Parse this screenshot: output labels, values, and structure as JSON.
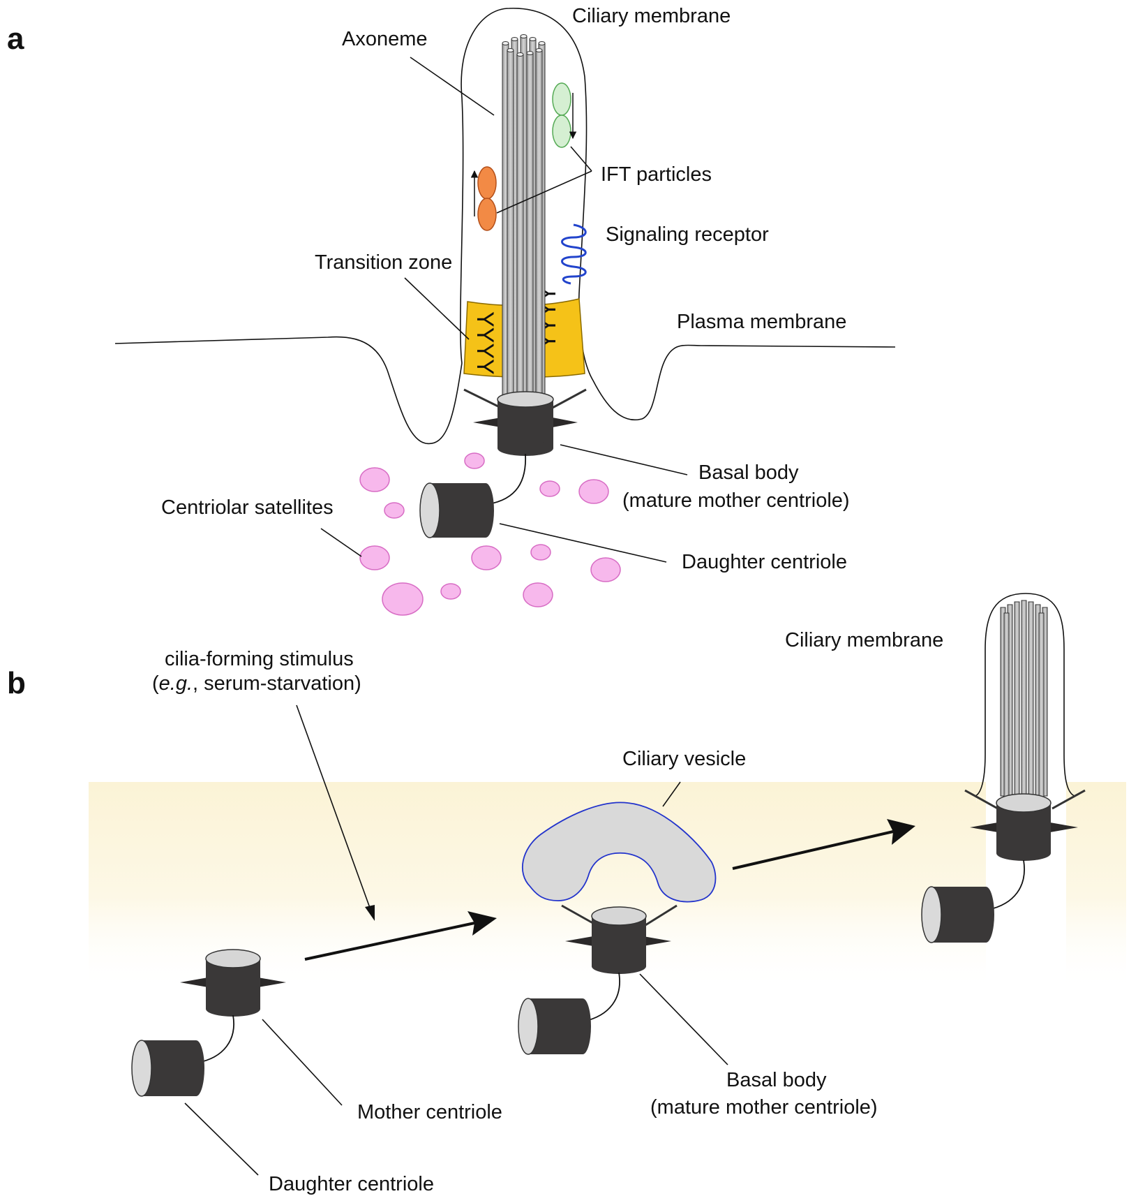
{
  "panels": {
    "a": "a",
    "b": "b"
  },
  "a": {
    "ciliary_membrane": "Ciliary membrane",
    "axoneme": "Axoneme",
    "ift_particles": "IFT particles",
    "signaling_receptor": "Signaling receptor",
    "transition_zone": "Transition zone",
    "plasma_membrane": "Plasma membrane",
    "basal_body_line1": "Basal body",
    "basal_body_line2": "(mature mother centriole)",
    "centriolar_satellites": "Centriolar satellites",
    "daughter_centriole": "Daughter centriole",
    "transition_fiber_glyph": "Y"
  },
  "b": {
    "stimulus_line1": "cilia-forming stimulus",
    "stimulus_line2_italic": "e.g.",
    "stimulus_line2_rest": ", serum-starvation)",
    "stimulus_line2_open": "(",
    "ciliary_vesicle": "Ciliary vesicle",
    "ciliary_membrane": "Ciliary membrane",
    "mother_centriole": "Mother centriole",
    "daughter_centriole": "Daughter centriole",
    "basal_body_line1": "Basal body",
    "basal_body_line2": "(mature mother centriole)"
  },
  "colors": {
    "centriole_body": "#3a3838",
    "centriole_end": "#dadada",
    "satellite": "#f7b8ec",
    "satellite_stroke": "#d76cc4",
    "ift_anterograde": "#f28a45",
    "ift_retrograde": "#cfeccf",
    "receptor": "#2244cc",
    "transition_zone": "#f5c218",
    "vesicle_fill": "#d9d9d9",
    "vesicle_stroke": "#2233cc",
    "cytoplasm_band": "#fbf3d4"
  }
}
